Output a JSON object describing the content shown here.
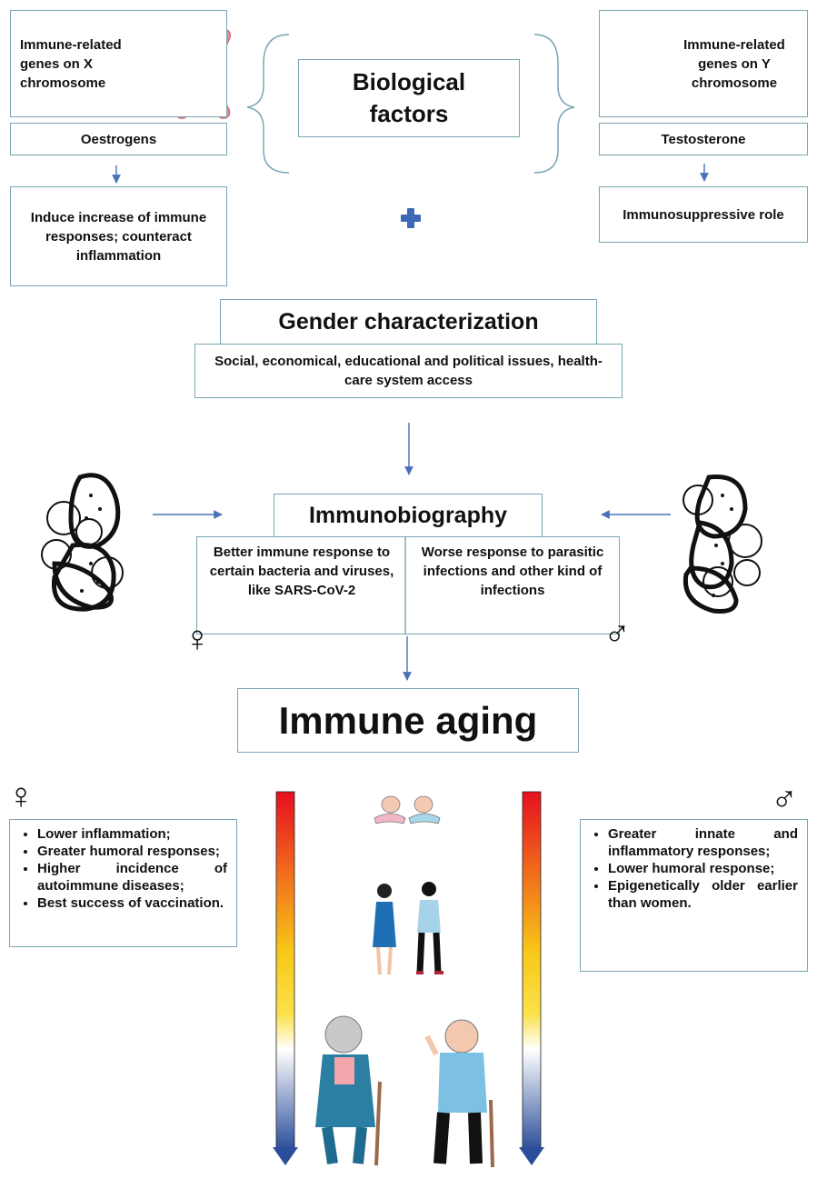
{
  "biological": {
    "x_genes": "Immune-related genes on X chromosome",
    "y_genes": "Immune-related genes on Y chromosome",
    "title": "Biological factors",
    "oestrogens": "Oestrogens",
    "testosterone": "Testosterone",
    "oestrogen_effect": "Induce increase of immune responses; counteract inflammation",
    "testosterone_effect": "Immunosuppressive role",
    "plus": "+"
  },
  "gender": {
    "title": "Gender characterization",
    "issues": "Social, economical, educational and political issues, health-care system access"
  },
  "immunobiography": {
    "title": "Immunobiography",
    "female_text": "Better immune response to certain bacteria and viruses, like SARS-CoV-2",
    "male_text": "Worse response to parasitic infections and other kind of infections"
  },
  "aging": {
    "title": "Immune aging",
    "female_items": [
      "Lower inflammation;",
      "Greater humoral responses;",
      "Higher incidence of autoimmune diseases;",
      "Best success of vaccination."
    ],
    "male_items": [
      "Greater innate and inflammatory responses;",
      "Lower humoral response;",
      "Epigenetically older earlier than women."
    ]
  },
  "symbols": {
    "female": "♀",
    "male": "♂"
  },
  "colors": {
    "border": "#7aa6b3",
    "arrow": "#4a72b8",
    "chromosome": "#e48a97",
    "y_chromosome": "#2f78a8",
    "plus": "#3c68b5"
  }
}
